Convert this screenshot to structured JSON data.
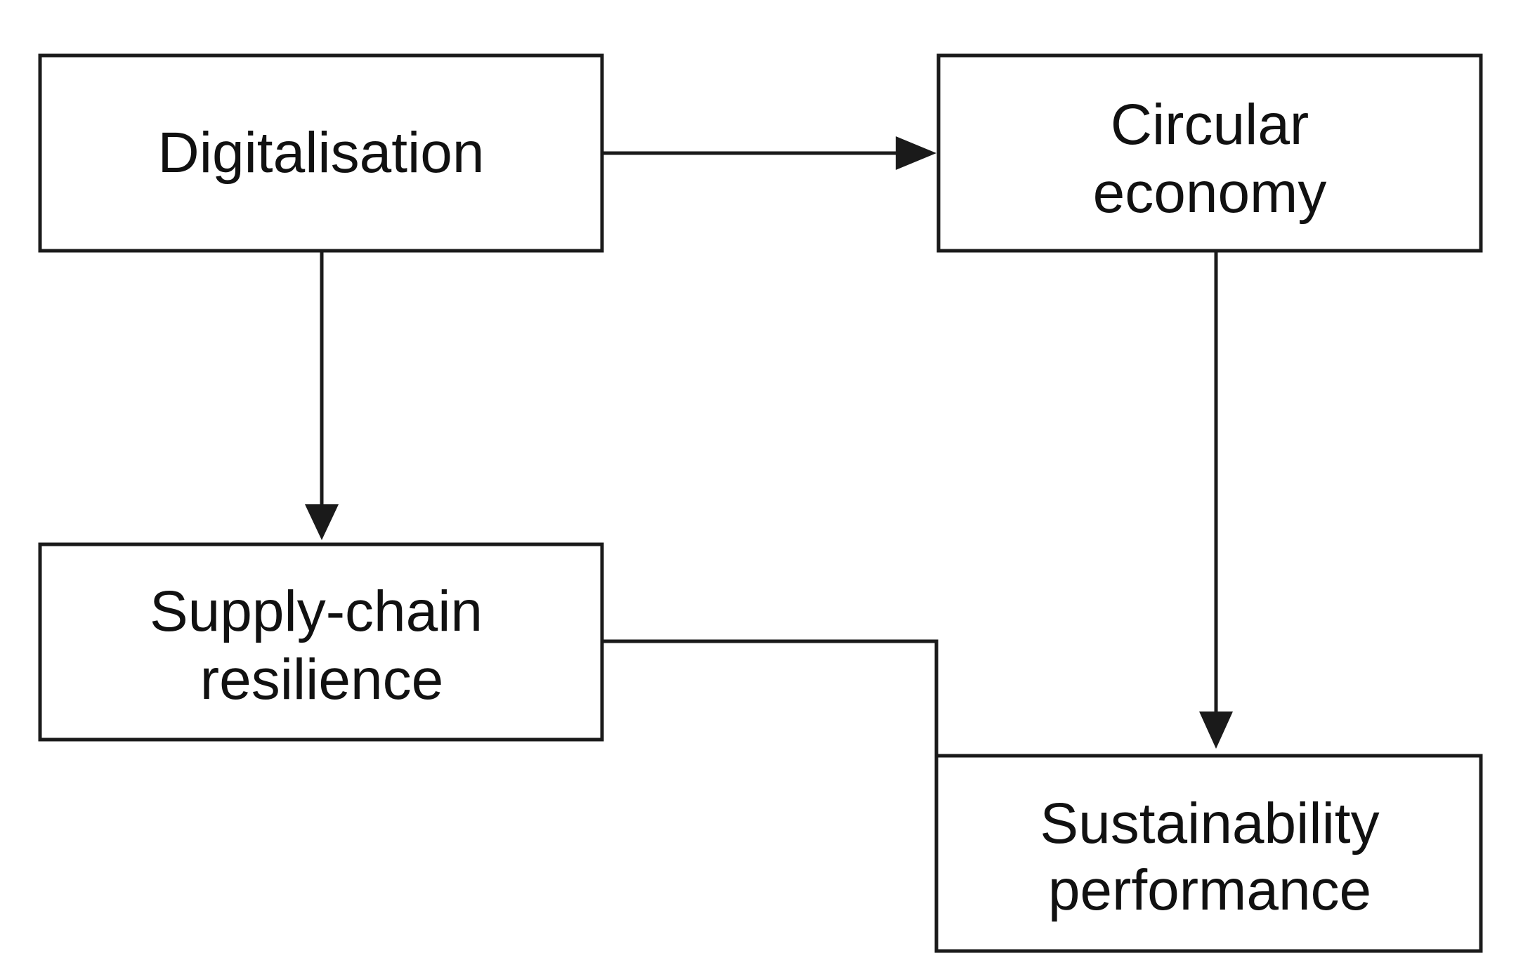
{
  "nodes": {
    "digitalisation": {
      "lines": [
        "Digitalisation"
      ]
    },
    "circular_economy": {
      "lines": [
        "Circular",
        "economy"
      ]
    },
    "supply_chain_resilience": {
      "lines": [
        "Supply-chain",
        "resilience"
      ]
    },
    "sustainability_performance": {
      "lines": [
        "Sustainability",
        "performance"
      ]
    }
  },
  "edges": [
    {
      "from": "digitalisation",
      "to": "circular_economy",
      "arrow": true
    },
    {
      "from": "digitalisation",
      "to": "supply_chain_resilience",
      "arrow": true
    },
    {
      "from": "circular_economy",
      "to": "sustainability_performance",
      "arrow": true
    },
    {
      "from": "supply_chain_resilience",
      "to": "sustainability_performance",
      "arrow": false
    }
  ],
  "colors": {
    "stroke": "#1a1a1a",
    "text": "#111111",
    "background": "#ffffff"
  }
}
